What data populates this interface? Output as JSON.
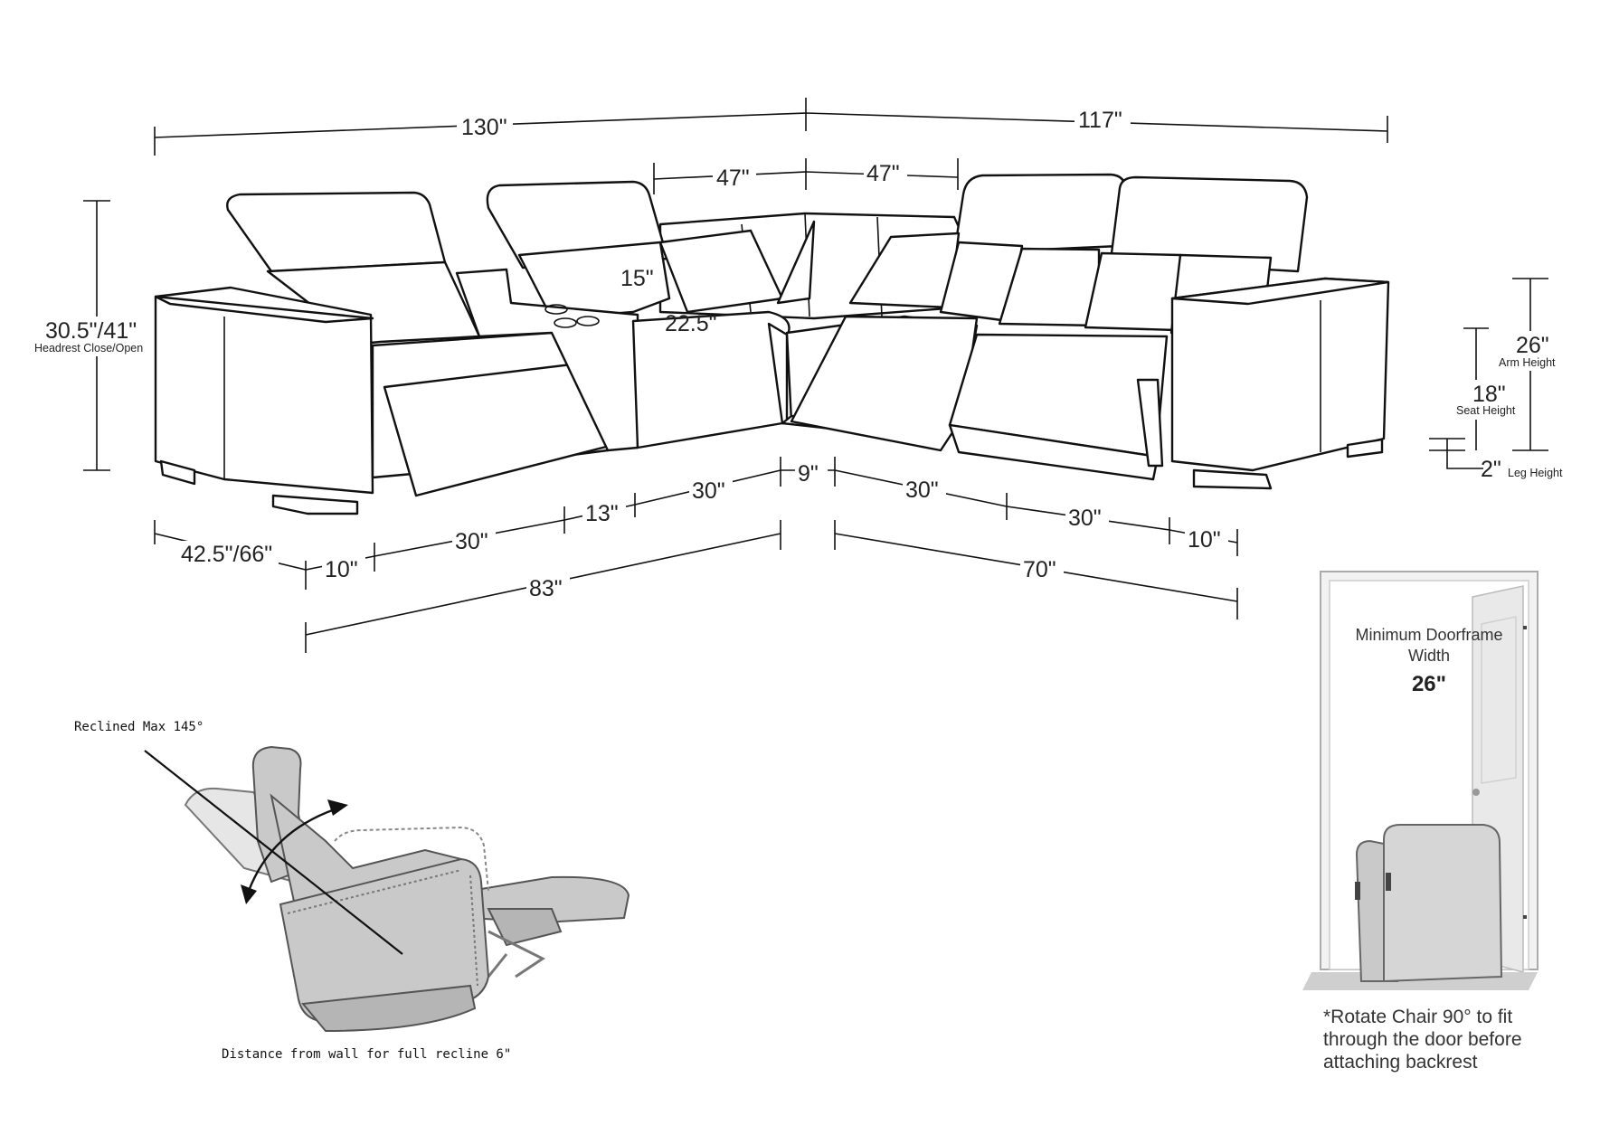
{
  "dimensions": {
    "total_left": "130\"",
    "total_right": "117\"",
    "center_left": "47\"",
    "center_right": "47\"",
    "console_height": "15\"",
    "wedge_depth": "22.5\"",
    "height": "30.5\"/41\"",
    "height_note": "Headrest Close/Open",
    "arm_height": "26\"",
    "arm_height_label": "Arm Height",
    "seat_height": "18\"",
    "seat_height_label": "Seat Height",
    "leg_height": "2\"",
    "leg_height_label": "Leg Height",
    "depth": "42.5\"/66\"",
    "left_arm": "10\"",
    "left_seat": "30\"",
    "console_width": "13\"",
    "left_seat_2": "30\"",
    "corner": "9\"",
    "right_seat_1": "30\"",
    "right_seat_2": "30\"",
    "right_arm": "10\"",
    "left_length": "83\"",
    "right_length": "70\""
  },
  "recline": {
    "max_label": "Reclined Max 145°",
    "wall_label": "Distance from wall for full recline 6\""
  },
  "doorframe": {
    "title_line1": "Minimum Doorframe",
    "title_line2": "Width",
    "width": "26\"",
    "note_line1": "*Rotate Chair 90° to fit",
    "note_line2": "through the door before",
    "note_line3": "attaching backrest"
  }
}
